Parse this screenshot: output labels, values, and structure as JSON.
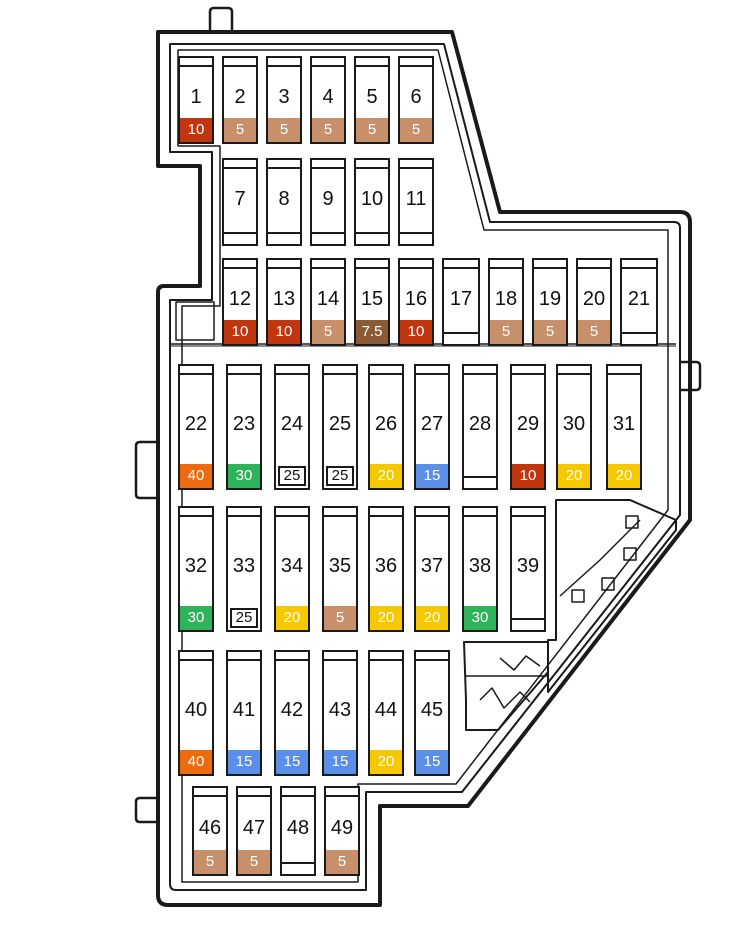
{
  "colors": {
    "outline": "#1a1a1a",
    "amp_5": "#c8906a",
    "amp_7_5": "#8a5a35",
    "amp_10": "#c0360f",
    "amp_15": "#5b8ee6",
    "amp_20": "#f6c800",
    "amp_25": "#ffffff",
    "amp_30": "#2fb35a",
    "amp_40": "#ec6a10"
  },
  "fuses": [
    {
      "label": "1",
      "amp": "10",
      "color": "#c0360f"
    },
    {
      "label": "2",
      "amp": "5",
      "color": "#c8906a"
    },
    {
      "label": "3",
      "amp": "5",
      "color": "#c8906a"
    },
    {
      "label": "4",
      "amp": "5",
      "color": "#c8906a"
    },
    {
      "label": "5",
      "amp": "5",
      "color": "#c8906a"
    },
    {
      "label": "6",
      "amp": "5",
      "color": "#c8906a"
    },
    {
      "label": "7",
      "amp": "",
      "color": ""
    },
    {
      "label": "8",
      "amp": "",
      "color": ""
    },
    {
      "label": "9",
      "amp": "",
      "color": ""
    },
    {
      "label": "10",
      "amp": "",
      "color": ""
    },
    {
      "label": "11",
      "amp": "",
      "color": ""
    },
    {
      "label": "12",
      "amp": "10",
      "color": "#c0360f"
    },
    {
      "label": "13",
      "amp": "10",
      "color": "#c0360f"
    },
    {
      "label": "14",
      "amp": "5",
      "color": "#c8906a"
    },
    {
      "label": "15",
      "amp": "7.5",
      "color": "#8a5a35"
    },
    {
      "label": "16",
      "amp": "10",
      "color": "#c0360f"
    },
    {
      "label": "17",
      "amp": "",
      "color": ""
    },
    {
      "label": "18",
      "amp": "5",
      "color": "#c8906a"
    },
    {
      "label": "19",
      "amp": "5",
      "color": "#c8906a"
    },
    {
      "label": "20",
      "amp": "5",
      "color": "#c8906a"
    },
    {
      "label": "21",
      "amp": "",
      "color": ""
    },
    {
      "label": "22",
      "amp": "40",
      "color": "#ec6a10"
    },
    {
      "label": "23",
      "amp": "30",
      "color": "#2fb35a"
    },
    {
      "label": "24",
      "amp": "25",
      "color": "#ffffff"
    },
    {
      "label": "25",
      "amp": "25",
      "color": "#ffffff"
    },
    {
      "label": "26",
      "amp": "20",
      "color": "#f6c800"
    },
    {
      "label": "27",
      "amp": "15",
      "color": "#5b8ee6"
    },
    {
      "label": "28",
      "amp": "",
      "color": ""
    },
    {
      "label": "29",
      "amp": "10",
      "color": "#c0360f"
    },
    {
      "label": "30",
      "amp": "20",
      "color": "#f6c800"
    },
    {
      "label": "31",
      "amp": "20",
      "color": "#f6c800"
    },
    {
      "label": "32",
      "amp": "30",
      "color": "#2fb35a"
    },
    {
      "label": "33",
      "amp": "25",
      "color": "#ffffff"
    },
    {
      "label": "34",
      "amp": "20",
      "color": "#f6c800"
    },
    {
      "label": "35",
      "amp": "5",
      "color": "#c8906a"
    },
    {
      "label": "36",
      "amp": "20",
      "color": "#f6c800"
    },
    {
      "label": "37",
      "amp": "20",
      "color": "#f6c800"
    },
    {
      "label": "38",
      "amp": "30",
      "color": "#2fb35a"
    },
    {
      "label": "39",
      "amp": "",
      "color": ""
    },
    {
      "label": "40",
      "amp": "40",
      "color": "#ec6a10"
    },
    {
      "label": "41",
      "amp": "15",
      "color": "#5b8ee6"
    },
    {
      "label": "42",
      "amp": "15",
      "color": "#5b8ee6"
    },
    {
      "label": "43",
      "amp": "15",
      "color": "#5b8ee6"
    },
    {
      "label": "44",
      "amp": "20",
      "color": "#f6c800"
    },
    {
      "label": "45",
      "amp": "15",
      "color": "#5b8ee6"
    },
    {
      "label": "46",
      "amp": "5",
      "color": "#c8906a"
    },
    {
      "label": "47",
      "amp": "5",
      "color": "#c8906a"
    },
    {
      "label": "48",
      "amp": "",
      "color": ""
    },
    {
      "label": "49",
      "amp": "5",
      "color": "#c8906a"
    }
  ]
}
